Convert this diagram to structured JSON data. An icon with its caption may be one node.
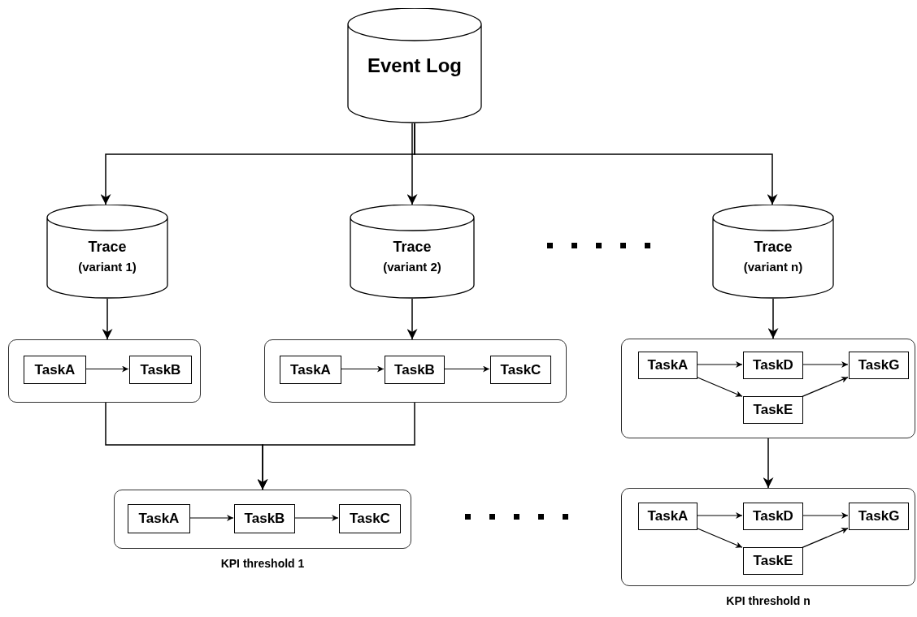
{
  "diagram": {
    "nodes": [
      {
        "text": [
          "Event Log"
        ]
      },
      {
        "text": [
          "Trace",
          "(variant 1)"
        ]
      },
      {
        "text": [
          "Trace",
          "(variant 2)"
        ]
      },
      {
        "text": [
          "Trace",
          "(variant n)"
        ]
      },
      {
        "text": [],
        "shape": "box"
      },
      {
        "text": [
          "TaskA"
        ],
        "in": 4
      },
      {
        "text": [
          "TaskB"
        ],
        "in": 4
      },
      {
        "text": [],
        "shape": "box"
      },
      {
        "text": [
          "TaskA"
        ],
        "in": 7
      },
      {
        "text": [
          "TaskB"
        ],
        "in": 7
      },
      {
        "text": [
          "TaskC"
        ],
        "in": 7
      },
      {
        "text": [],
        "shape": "box"
      },
      {
        "text": [
          "TaskA"
        ],
        "in": 11
      },
      {
        "text": [
          "TaskD"
        ],
        "in": 11
      },
      {
        "text": [
          "TaskG"
        ],
        "in": 11
      },
      {
        "text": [
          "TaskE"
        ],
        "in": 11
      },
      {
        "text": [],
        "shape": "box",
        "beside": [
          "KPI threshold 1"
        ]
      },
      {
        "text": [
          "TaskA"
        ],
        "in": 16
      },
      {
        "text": [
          "TaskB"
        ],
        "in": 16
      },
      {
        "text": [
          "TaskC"
        ],
        "in": 16
      },
      {
        "text": [],
        "shape": "box",
        "beside": [
          "KPI threshold n"
        ]
      },
      {
        "text": [
          "TaskA"
        ],
        "in": 20
      },
      {
        "text": [
          "TaskD"
        ],
        "in": 20
      },
      {
        "text": [
          "TaskG"
        ],
        "in": 20
      },
      {
        "text": [
          "TaskE"
        ],
        "in": 20
      }
    ],
    "edges": [
      {
        "from": 0,
        "to": 1,
        "arrow": "to"
      },
      {
        "from": 0,
        "to": 2,
        "arrow": "to"
      },
      {
        "from": 0,
        "to": 3,
        "arrow": "to"
      },
      {
        "from": 1,
        "to": 4,
        "arrow": "to"
      },
      {
        "from": 2,
        "to": 7,
        "arrow": "to"
      },
      {
        "from": 3,
        "to": 11,
        "arrow": "to"
      },
      {
        "from": 5,
        "to": 6,
        "arrow": "to"
      },
      {
        "from": 8,
        "to": 9,
        "arrow": "to"
      },
      {
        "from": 9,
        "to": 10,
        "arrow": "to"
      },
      {
        "from": 12,
        "to": 13,
        "arrow": "to"
      },
      {
        "from": 13,
        "to": 14,
        "arrow": "to"
      },
      {
        "from": 12,
        "to": 15,
        "arrow": "to"
      },
      {
        "from": 15,
        "to": 14,
        "arrow": "to"
      },
      {
        "from": 4,
        "to": 16,
        "arrow": "to"
      },
      {
        "from": 7,
        "to": 16,
        "arrow": "to"
      },
      {
        "from": 11,
        "to": 20,
        "arrow": "to"
      },
      {
        "from": 17,
        "to": 18,
        "arrow": "to"
      },
      {
        "from": 18,
        "to": 19,
        "arrow": "to"
      },
      {
        "from": 21,
        "to": 22,
        "arrow": "to"
      },
      {
        "from": 22,
        "to": 23,
        "arrow": "to"
      },
      {
        "from": 21,
        "to": 24,
        "arrow": "to"
      },
      {
        "from": 24,
        "to": 23,
        "arrow": "to"
      }
    ]
  }
}
